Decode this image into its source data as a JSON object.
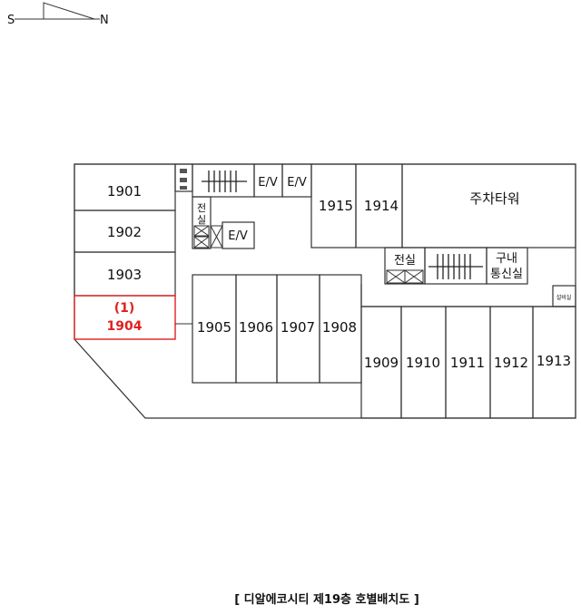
{
  "compass": {
    "south": "S",
    "north": "N"
  },
  "rooms": {
    "r1901": "1901",
    "r1902": "1902",
    "r1903": "1903",
    "r1904_tag": "(1)",
    "r1904": "1904",
    "r1905": "1905",
    "r1906": "1906",
    "r1907": "1907",
    "r1908": "1908",
    "r1909": "1909",
    "r1910": "1910",
    "r1911": "1911",
    "r1912": "1912",
    "r1913": "1913",
    "r1914": "1914",
    "r1915": "1915"
  },
  "facilities": {
    "elevator": "E/V",
    "parking_tower": "주차타워",
    "electric_room": "전실",
    "telecom_line1": "구내",
    "telecom_line2": "통신실",
    "small_room": "설비실"
  },
  "caption": "[ 디알에코시티 제19층 호별배치도 ]",
  "colors": {
    "highlight": "#e02020",
    "line": "#333333"
  }
}
